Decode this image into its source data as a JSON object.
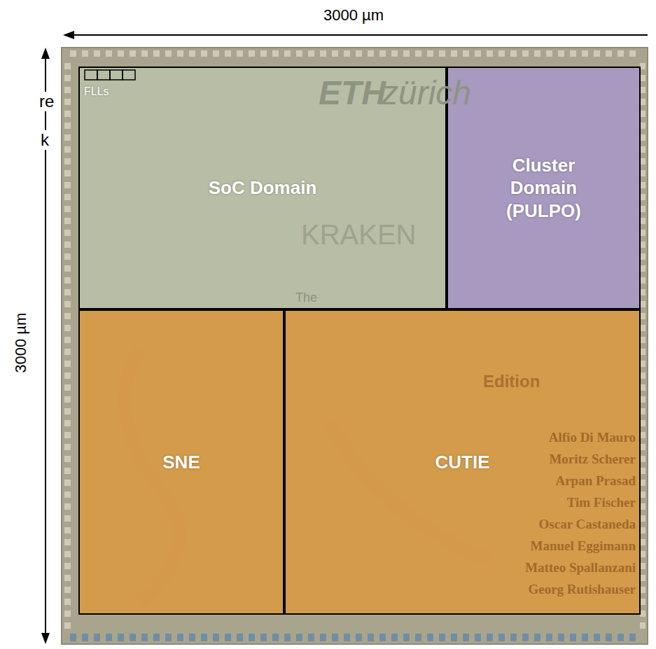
{
  "diagram": {
    "nodes": [
      {
        "text": [
          "SoC Domain"
        ]
      },
      {
        "text": [
          "FLLs"
        ],
        "in": 0
      },
      {
        "text": [
          "Cluster Domain (PULPO)"
        ]
      },
      {
        "text": [
          "SNE"
        ]
      },
      {
        "text": [
          "CUTIE"
        ]
      }
    ],
    "labels": [
      "3000 µm",
      "3000 µm",
      "re",
      "k",
      "ETH",
      "zürich",
      "KRAKEN",
      "The",
      "Edition",
      "Alfio Di Mauro",
      "Moritz Scherer",
      "Arpan Prasad",
      "Tim Fischer",
      "Oscar Castaneda",
      "Manuel Eggimann",
      "Matteo Spallanzani",
      "Georg Rutishauser"
    ]
  }
}
